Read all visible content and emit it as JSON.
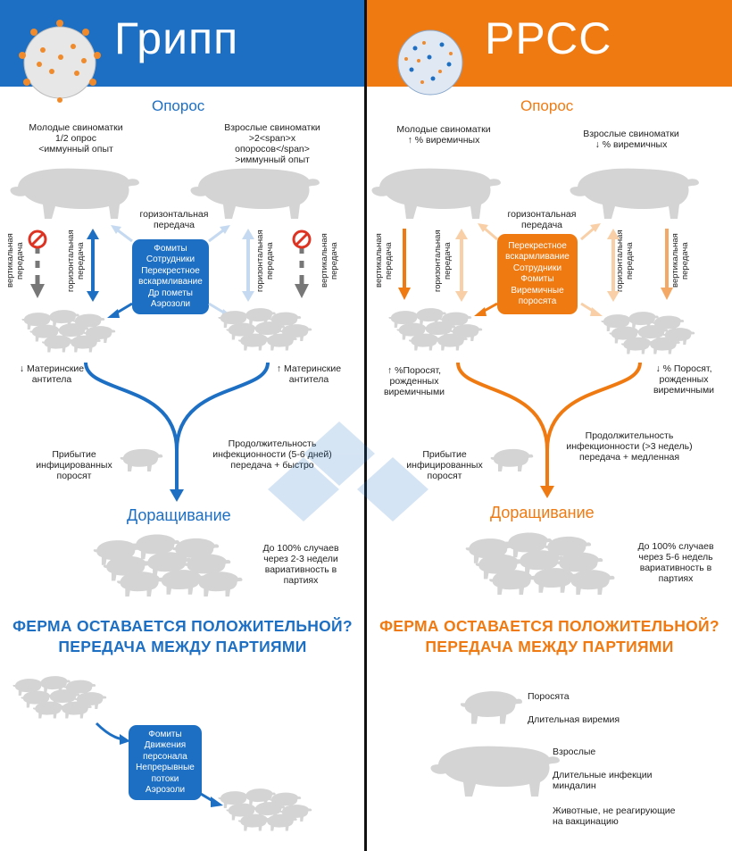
{
  "colors": {
    "flu": "#1d6fc4",
    "prrs": "#f07a12",
    "pig": "#d4d4d4",
    "divider": "#111111"
  },
  "flu": {
    "title": "Грипп",
    "farrowing": "Опорос",
    "young_sows": [
      "Молодые свиноматки",
      "1/2 опрос",
      "<иммунный опыт"
    ],
    "adult_sows": [
      "Взрослые свиноматки",
      ">2<span>x",
      "опоросов</span>",
      ">иммунный опыт"
    ],
    "horizontal_transmission": [
      "горизонтальная",
      "передача"
    ],
    "vertical_label": [
      "вертикальная",
      "передача"
    ],
    "horizontal_label": [
      "горизонтальная",
      "передача"
    ],
    "box_items": [
      "Фомиты",
      "Сотрудники",
      "Перекрестное",
      "вскармливание",
      "Др пометы",
      "Аэрозоли"
    ],
    "maternal_left": [
      "↓ Материнские",
      "антитела"
    ],
    "maternal_right": [
      "↑ Материнские",
      "антитела"
    ],
    "arrival": [
      "Прибытие",
      "инфицированных",
      "поросят"
    ],
    "duration": [
      "Продолжительность",
      "инфекционности (5-6 дней)",
      "передача + быстро"
    ],
    "nursery": "Доращивание",
    "cases": [
      "До 100% случаев",
      "через 2-3 недели",
      "вариативность в",
      "партиях"
    ],
    "question": [
      "ФЕРМА ОСТАВАЕТСЯ ПОЛОЖИТЕЛЬНОЙ?",
      "ПЕРЕДАЧА МЕЖДУ ПАРТИЯМИ"
    ],
    "batch_box": [
      "Фомиты",
      "Движения",
      "персонала",
      "Непрерывные",
      "потоки",
      "Аэрозоли"
    ]
  },
  "prrs": {
    "title": "РРСС",
    "farrowing": "Опорос",
    "young_sows": [
      "Молодые свиноматки",
      "↑ % виремичных"
    ],
    "adult_sows": [
      "Взрослые свиноматки",
      "↓ % виремичных"
    ],
    "horizontal_transmission": [
      "горизонтальная",
      "передача"
    ],
    "vertical_label": [
      "вертикальная",
      "передача"
    ],
    "horizontal_label": [
      "горизонтальная",
      "передача"
    ],
    "box_items": [
      "Перекрестное",
      "вскармливание",
      "Сотрудники",
      "Фомиты",
      "Виремичные",
      "поросята"
    ],
    "piglets_left": [
      "↑ %Поросят,",
      "рожденных",
      "виремичными"
    ],
    "piglets_right": [
      "↓ % Поросят,",
      "рожденных",
      "виремичными"
    ],
    "arrival": [
      "Прибытие",
      "инфицированных",
      "поросят"
    ],
    "duration": [
      "Продолжительность",
      "инфекционности (>3 недель)",
      "передача + медленная"
    ],
    "nursery": "Доращивание",
    "cases": [
      "До 100% случаев",
      "через 5-6 недель",
      "вариативность в",
      "партиях"
    ],
    "question": [
      "ФЕРМА ОСТАВАЕТСЯ ПОЛОЖИТЕЛЬНОЙ?",
      "ПЕРЕДАЧА МЕЖДУ ПАРТИЯМИ"
    ],
    "piglets": "Поросята",
    "long_viremia": "Длительная виремия",
    "adults": "Взрослые",
    "tonsil": [
      "Длительные инфекции",
      "миндалин"
    ],
    "non_responders": [
      "Животные, не реагирующие",
      "на вакцинацию"
    ]
  }
}
